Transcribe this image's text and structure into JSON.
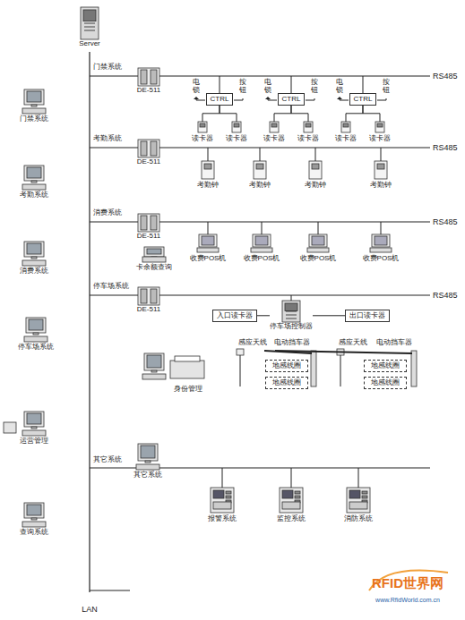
{
  "diagram": {
    "nodes": [
      {
        "text": [
          "Server"
        ]
      },
      {
        "text": [
          "门禁系统"
        ]
      },
      {
        "text": [
          "考勤系统"
        ]
      },
      {
        "text": [
          "消费系统"
        ]
      },
      {
        "text": [
          "停车场系统"
        ]
      },
      {
        "text": [
          "运营管理"
        ]
      },
      {
        "text": [
          "查询系统"
        ]
      },
      {
        "text": [
          "DE-511"
        ]
      },
      {
        "text": [
          "CTRL"
        ]
      },
      {
        "text": [
          "读卡器"
        ]
      },
      {
        "text": [
          "读卡器"
        ]
      },
      {
        "text": [
          "CTRL"
        ]
      },
      {
        "text": [
          "读卡器"
        ]
      },
      {
        "text": [
          "读卡器"
        ]
      },
      {
        "text": [
          "CTRL"
        ]
      },
      {
        "text": [
          "读卡器"
        ]
      },
      {
        "text": [
          "读卡器"
        ]
      },
      {
        "text": [
          "DE-511"
        ]
      },
      {
        "text": [
          "考勤钟"
        ]
      },
      {
        "text": [
          "考勤钟"
        ]
      },
      {
        "text": [
          "考勤钟"
        ]
      },
      {
        "text": [
          "考勤钟"
        ]
      },
      {
        "text": [
          "DE-511"
        ]
      },
      {
        "text": [
          "卡余额查询"
        ]
      },
      {
        "text": [
          "收费POS机"
        ]
      },
      {
        "text": [
          "收费POS机"
        ]
      },
      {
        "text": [
          "收费POS机"
        ]
      },
      {
        "text": [
          "收费POS机"
        ]
      },
      {
        "text": [
          "DE-511"
        ]
      },
      {
        "text": [
          "入口读卡器"
        ]
      },
      {
        "text": [
          "停车场控制器"
        ]
      },
      {
        "text": [
          "出口读卡器"
        ]
      },
      {
        "text": [
          "身份管理"
        ]
      },
      {
        "text": [
          "其它系统"
        ]
      },
      {
        "text": [
          "报警系统"
        ]
      },
      {
        "text": [
          "监控系统"
        ]
      },
      {
        "text": [
          "消防系统"
        ]
      },
      {
        "text": [
          "地感线圈"
        ]
      },
      {
        "text": [
          "地感线圈"
        ]
      },
      {
        "text": [
          "地感线圈"
        ]
      },
      {
        "text": [
          "地感线圈"
        ]
      }
    ],
    "edges": [
      {
        "from": 8,
        "to": 9,
        "arrow": "none"
      },
      {
        "from": 8,
        "to": 10,
        "arrow": "none"
      },
      {
        "from": 11,
        "to": 12,
        "arrow": "none"
      },
      {
        "from": 11,
        "to": 13,
        "arrow": "none"
      },
      {
        "from": 14,
        "to": 15,
        "arrow": "none"
      },
      {
        "from": 14,
        "to": 16,
        "arrow": "none"
      },
      {
        "from": 29,
        "to": 30,
        "arrow": "none"
      },
      {
        "from": 30,
        "to": 31,
        "arrow": "none"
      }
    ],
    "labels": [
      "门禁系统",
      "RS485",
      "电锁",
      "按钮",
      "电锁",
      "按钮",
      "电锁",
      "按钮",
      "考勤系统",
      "RS485",
      "消费系统",
      "RS485",
      "停车场系统",
      "RS485",
      "感应天线",
      "电动挡车器",
      "感应天线",
      "电动挡车器",
      "其它系统",
      "LAN",
      "RFID世界网",
      "www.RfidWorld.com.cn"
    ]
  }
}
